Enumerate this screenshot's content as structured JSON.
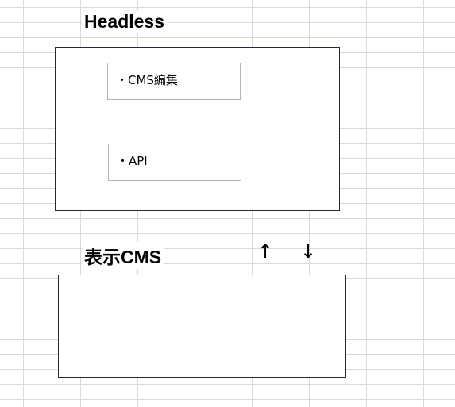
{
  "headless": {
    "title": "Headless",
    "items": [
      {
        "label": "・CMS編集"
      },
      {
        "label": "・API"
      }
    ]
  },
  "display_cms": {
    "title": "表示CMS"
  },
  "arrows": {
    "up": "↑",
    "down": "↓"
  }
}
